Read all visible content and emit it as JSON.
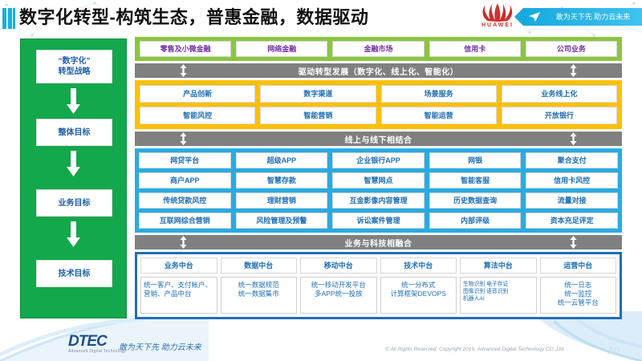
{
  "header": {
    "title": "数字化转型-构筑生态，普惠金融，数据驱动",
    "huawei_wordmark": "HUAWEI",
    "banner_text": "敢为天下先 助力云未来"
  },
  "strategy_column": {
    "boxes": [
      {
        "label": "“数字化”\n转型战略"
      },
      {
        "label": "整体目标"
      },
      {
        "label": "业务目标"
      },
      {
        "label": "技术目标"
      }
    ],
    "box_labels": {
      "b0_line1": "“数字化”",
      "b0_line2": "转型战略",
      "b1": "整体目标",
      "b2": "业务目标",
      "b3": "技术目标"
    }
  },
  "business_lines": {
    "items": [
      "零售及小微金融",
      "网络金融",
      "金融市场",
      "信用卡",
      "公司业务"
    ]
  },
  "connector_bars": {
    "bar1": "驱动转型发展（数字化、线上化、智能化）",
    "bar2": "线上与线下相结合",
    "bar3": "业务与科技相融合"
  },
  "transformation": {
    "row1": [
      "产品创新",
      "数字渠道",
      "场景服务",
      "业务线上化"
    ],
    "row2": [
      "智能风控",
      "智能营销",
      "智能运营",
      "开放银行"
    ]
  },
  "online_offline": {
    "row1": [
      "网贷平台",
      "超级APP",
      "企业银行APP",
      "网银",
      "聚合支付"
    ],
    "row2": [
      "商户APP",
      "智慧存款",
      "智慧网点",
      "智能客服",
      "信用卡风控"
    ],
    "row3": [
      "传统贷款风控",
      "理财营销",
      "互金影像内容管理",
      "历史数据查询",
      "流量对接"
    ],
    "row4": [
      "互联网综合营销",
      "风险管理及预警",
      "诉讼案件管理",
      "内部评级",
      "资本充足评定"
    ]
  },
  "platforms": {
    "headers": [
      "业务中台",
      "数据中台",
      "移动中台",
      "技术中台",
      "算法中台",
      "运营中台"
    ],
    "details": [
      "统一客户、支付帐户、营销、产品中台",
      "统一数据规范\n统一数据集市",
      "统一移动开发平台\n多APP统一投放",
      "统一分布式\n计算框架DEVOPS",
      "生物识别 电子存证\n图像识别 语音识别\n机器人AI",
      "统一日志\n统一监控\n统一云管平台"
    ],
    "detail_lines": {
      "c0": "统一客户、支付帐户、营销、产品中台",
      "c1_l1": "统一数据规范",
      "c1_l2": "统一数据集市",
      "c2_l1": "统一移动开发平台",
      "c2_l2": "多APP统一投放",
      "c3_l1": "统一分布式",
      "c3_l2": "计算框架DEVOPS",
      "c4_l1": "生物识别 电子存证",
      "c4_l2": "图像识别 语音识别",
      "c4_l3": "机器人AI",
      "c5_l1": "统一日志",
      "c5_l2": "统一监控",
      "c5_l3": "统一云管平台"
    }
  },
  "footer": {
    "brand": "DTEC",
    "brand_sub": "Advanced Digital Technology",
    "tagline": "敢为天下先   助力云未来",
    "copyright": "© All Rights Reserved. Copyright 2019, Advanced Digital Technology CO.,Ltd",
    "page_number": "10"
  },
  "colors": {
    "green_band": "#8CC63F",
    "orange_band": "#FFC000",
    "blue_band": "#29ABE2",
    "deep_blue": "#1F6FB5",
    "gray_bar": "#808080",
    "strategy_green": "#13A84B",
    "huawei_red": "#C9302C",
    "tab_text_purple": "#7030A0"
  }
}
